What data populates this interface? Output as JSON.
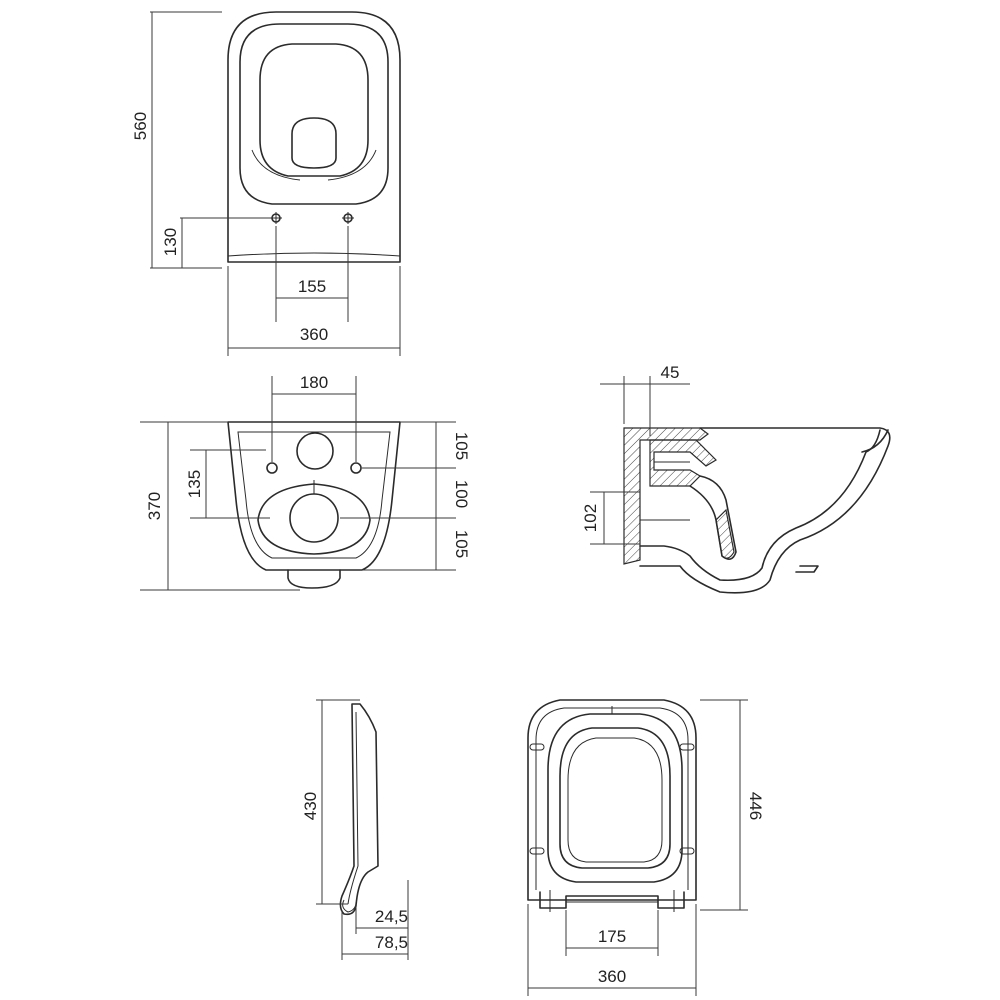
{
  "dimensions": {
    "top_height": "560",
    "top_mount_height": "130",
    "top_bolt_spacing": "155",
    "top_width": "360",
    "front_bolt_spacing": "180",
    "front_height": "370",
    "front_inner": "135",
    "front_right_upper": "105",
    "front_right_middle": "100",
    "front_right_lower": "105",
    "side_top_offset": "45",
    "side_outlet_height": "102",
    "seat_side_height": "430",
    "seat_side_offset_small": "24,5",
    "seat_side_offset_large": "78,5",
    "seat_top_height": "446",
    "seat_top_hinge_spacing": "175",
    "seat_top_width": "360"
  }
}
